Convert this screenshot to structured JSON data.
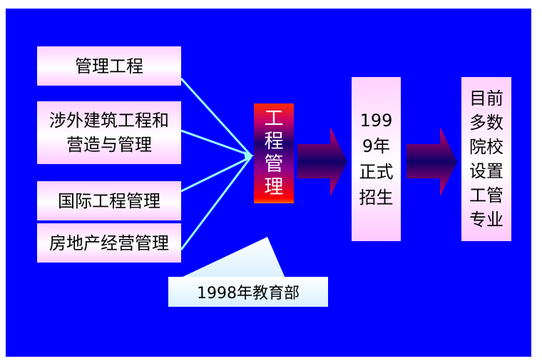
{
  "sources": [
    {
      "label": "管理工程"
    },
    {
      "label": "涉外建筑工程和营造与管理"
    },
    {
      "label": "国际工程管理"
    },
    {
      "label": "房地产经营管理"
    }
  ],
  "center": {
    "label": "工程管理"
  },
  "callout": {
    "label": "1998年教育部"
  },
  "step2": {
    "label": "1999年正式招生"
  },
  "step3": {
    "label": "目前多数院校设置工管专业"
  },
  "colors": {
    "background": "#0000ff",
    "connector": "#99ffff",
    "box": "#ffd0ff",
    "center_top": "#ff2a00",
    "arrow": "#8a0090"
  }
}
